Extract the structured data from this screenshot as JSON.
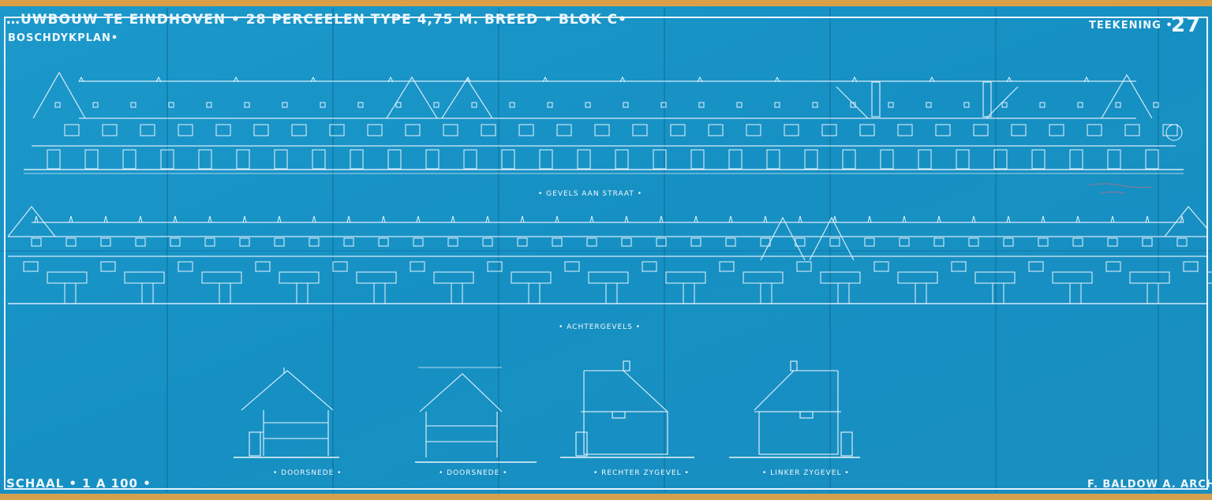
{
  "title_block": {
    "header": "…UWBOUW TE EINDHOVEN • 28 PERCEELEN TYPE 4,75 M. BREED • BLOK C•",
    "subheader": "BOSCHDYKPLAN•",
    "drawing_label": "TEEKENING •",
    "drawing_number": "27",
    "scale": "SCHAAL • 1 A 100 •",
    "signature": "F. BALDOW A. ARCHITECT"
  },
  "views": {
    "front": "• GEVELS AAN STRAAT •",
    "rear": "• ACHTERGEVELS •",
    "section_1": "• DOORSNEDE •",
    "section_2": "• DOORSNEDE •",
    "right_side": "• RECHTER ZYGEVEL •",
    "left_side": "• LINKER ZYGEVEL •"
  },
  "colors": {
    "paper": "#1a92c4",
    "ink": "#eef8ff",
    "tape": "#d8a24a",
    "stamp": "#d06a8a"
  }
}
